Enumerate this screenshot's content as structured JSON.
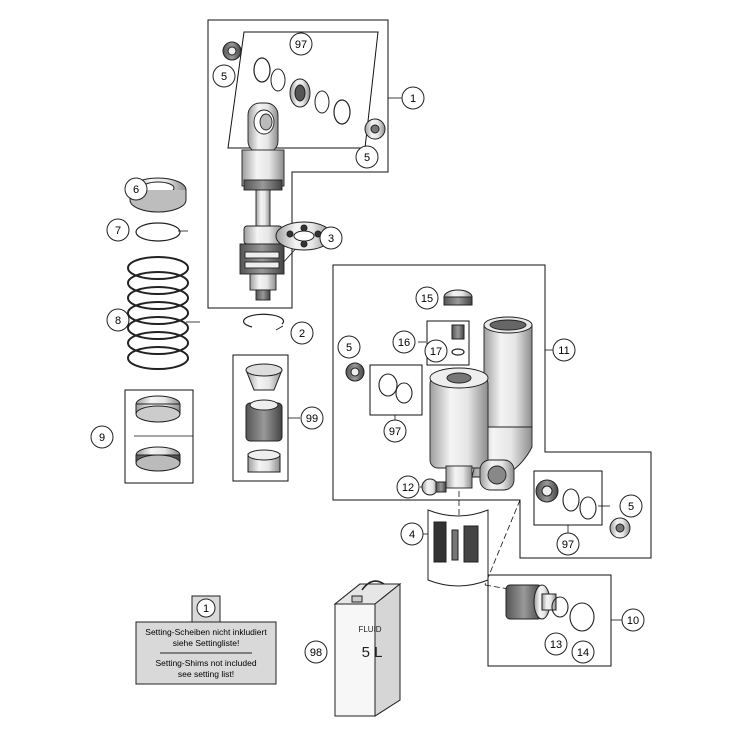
{
  "callouts": {
    "c1": "1",
    "c2": "2",
    "c3": "3",
    "c4": "4",
    "c5a": "5",
    "c5b": "5",
    "c5c": "5",
    "c5d": "5",
    "c6": "6",
    "c7": "7",
    "c8": "8",
    "c9": "9",
    "c10": "10",
    "c11": "11",
    "c12": "12",
    "c13": "13",
    "c14": "14",
    "c15": "15",
    "c16": "16",
    "c17": "17",
    "c97a": "97",
    "c97b": "97",
    "c97c": "97",
    "c98": "98",
    "c99": "99"
  },
  "note": {
    "ref": "1",
    "line1": "Setting-Scheiben nicht inkludiert",
    "line2": "siehe Settingliste!",
    "line3": "Setting-Shims not included",
    "line4": "see setting list!"
  },
  "canister": {
    "label1": "FLUID",
    "label2": "5 L"
  },
  "colors": {
    "line": "#111111",
    "part_fill": "#f2f2f2",
    "part_shade": "#bdbdbd",
    "note_fill": "#d9d9d9"
  }
}
